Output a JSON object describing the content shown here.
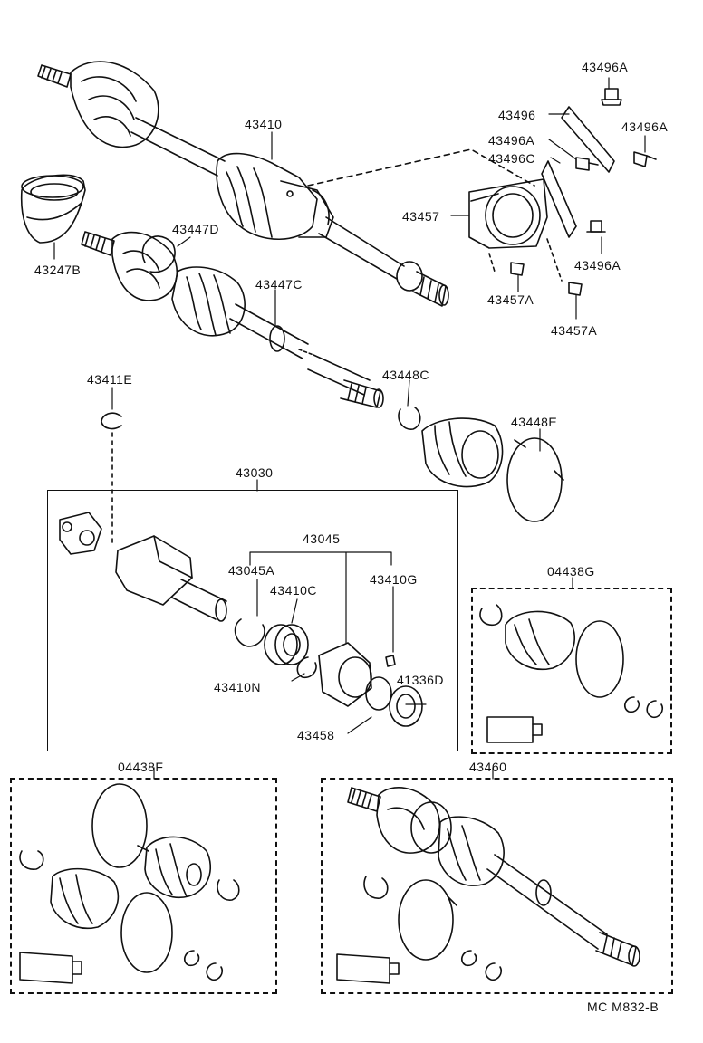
{
  "labels": {
    "p43496A_top": "43496A",
    "p43496": "43496",
    "p43496A_right": "43496A",
    "p43496A_mid": "43496A",
    "p43496C": "43496C",
    "p43410": "43410",
    "p43457": "43457",
    "p43496A_low": "43496A",
    "p43447D": "43447D",
    "p43247B": "43247B",
    "p43447C": "43447C",
    "p43457A_left": "43457A",
    "p43457A_right": "43457A",
    "p43411E": "43411E",
    "p43448C": "43448C",
    "p43448E": "43448E",
    "p43030": "43030",
    "p43045": "43045",
    "p43045A": "43045A",
    "p43410G": "43410G",
    "p43410C": "43410C",
    "p43410N": "43410N",
    "p41336D": "41336D",
    "p43458": "43458",
    "p04438G": "04438G",
    "p04438F": "04438F",
    "p43460": "43460"
  },
  "footer": {
    "code": "MC M832-B"
  }
}
